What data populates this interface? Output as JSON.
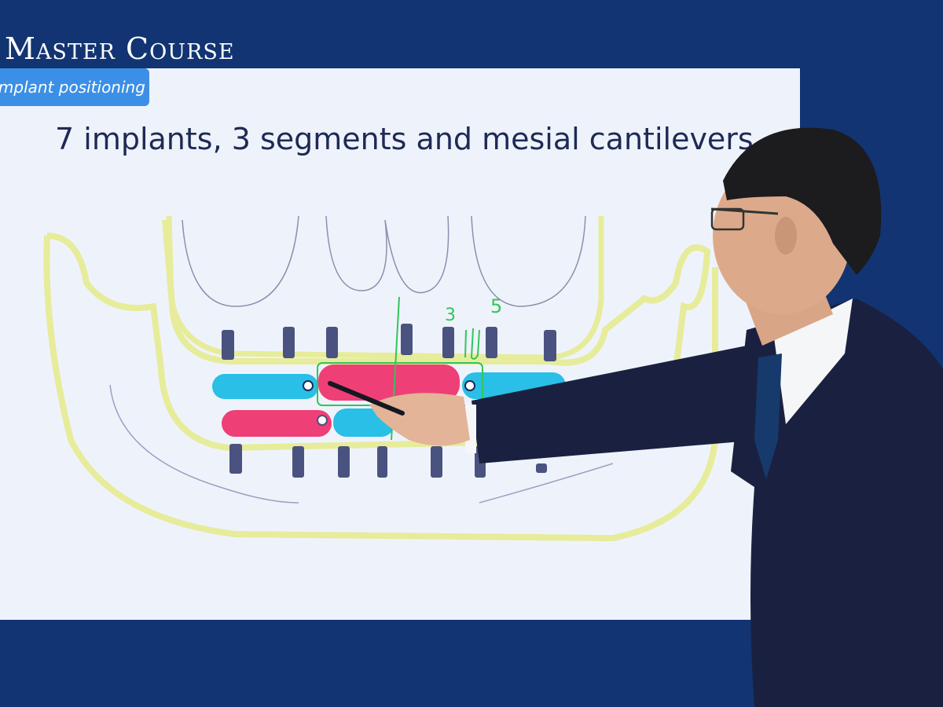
{
  "header": {
    "course_title": "Master Course"
  },
  "section_tab": {
    "label": "Implant positioning"
  },
  "slide": {
    "title": "7 implants, 3 segments and mesial cantilevers"
  },
  "annotations": {
    "digit_a": "3",
    "digit_b": "5"
  },
  "colors": {
    "background": "#123472",
    "slide": "#eef3fb",
    "tab": "#3c8fe6",
    "segment_blue": "#29bfe6",
    "segment_pink": "#ee3f77",
    "bone_outline": "#e6ec9a",
    "implant": "#4a5380",
    "annotation_green": "#33c55a"
  },
  "icons": [
    "pointer-stick-icon"
  ]
}
